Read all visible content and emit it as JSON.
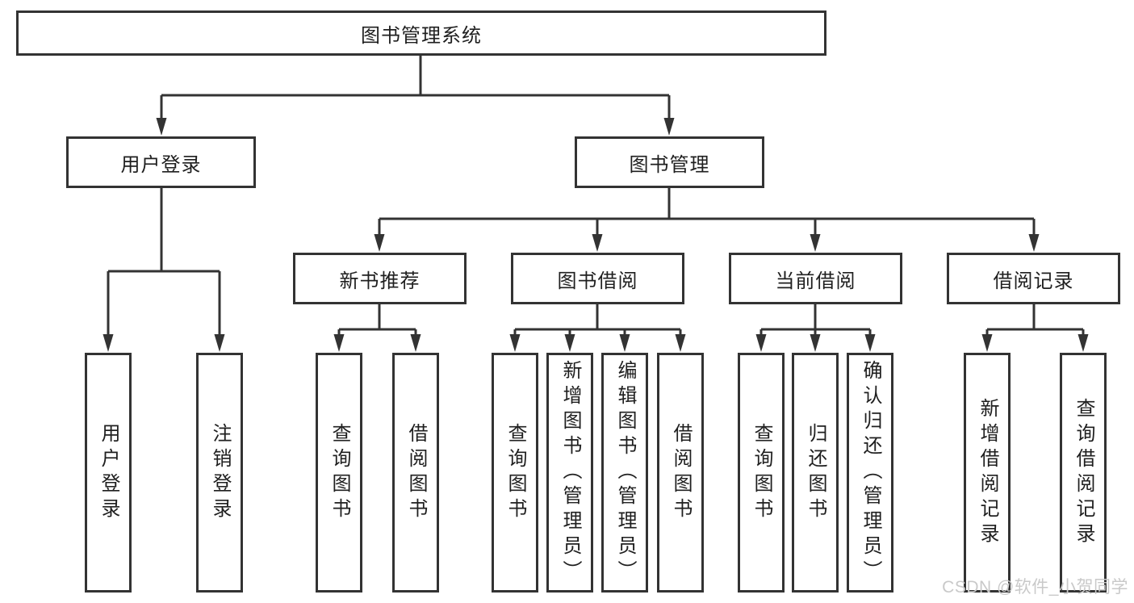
{
  "diagram": {
    "root": {
      "label": "图书管理系统"
    },
    "branches": [
      {
        "label": "用户登录",
        "leaves": [
          {
            "label": "用户登录"
          },
          {
            "label": "注销登录"
          }
        ]
      },
      {
        "label": "图书管理",
        "groups": [
          {
            "label": "新书推荐",
            "leaves": [
              {
                "label": "查询图书"
              },
              {
                "label": "借阅图书"
              }
            ]
          },
          {
            "label": "图书借阅",
            "leaves": [
              {
                "label": "查询图书"
              },
              {
                "label": "新增图书（管理员）"
              },
              {
                "label": "编辑图书（管理员）"
              },
              {
                "label": "借阅图书"
              }
            ]
          },
          {
            "label": "当前借阅",
            "leaves": [
              {
                "label": "查询图书"
              },
              {
                "label": "归还图书"
              },
              {
                "label": "确认归还（管理员）"
              }
            ]
          },
          {
            "label": "借阅记录",
            "leaves": [
              {
                "label": "新增借阅记录"
              },
              {
                "label": "查询借阅记录"
              }
            ]
          }
        ]
      }
    ]
  },
  "watermark": {
    "text": "CSDN @软件_小贺同学"
  },
  "colors": {
    "line": "#333333",
    "text": "#1f1f1f",
    "watermark": "#c9c9c9",
    "background": "#ffffff"
  }
}
